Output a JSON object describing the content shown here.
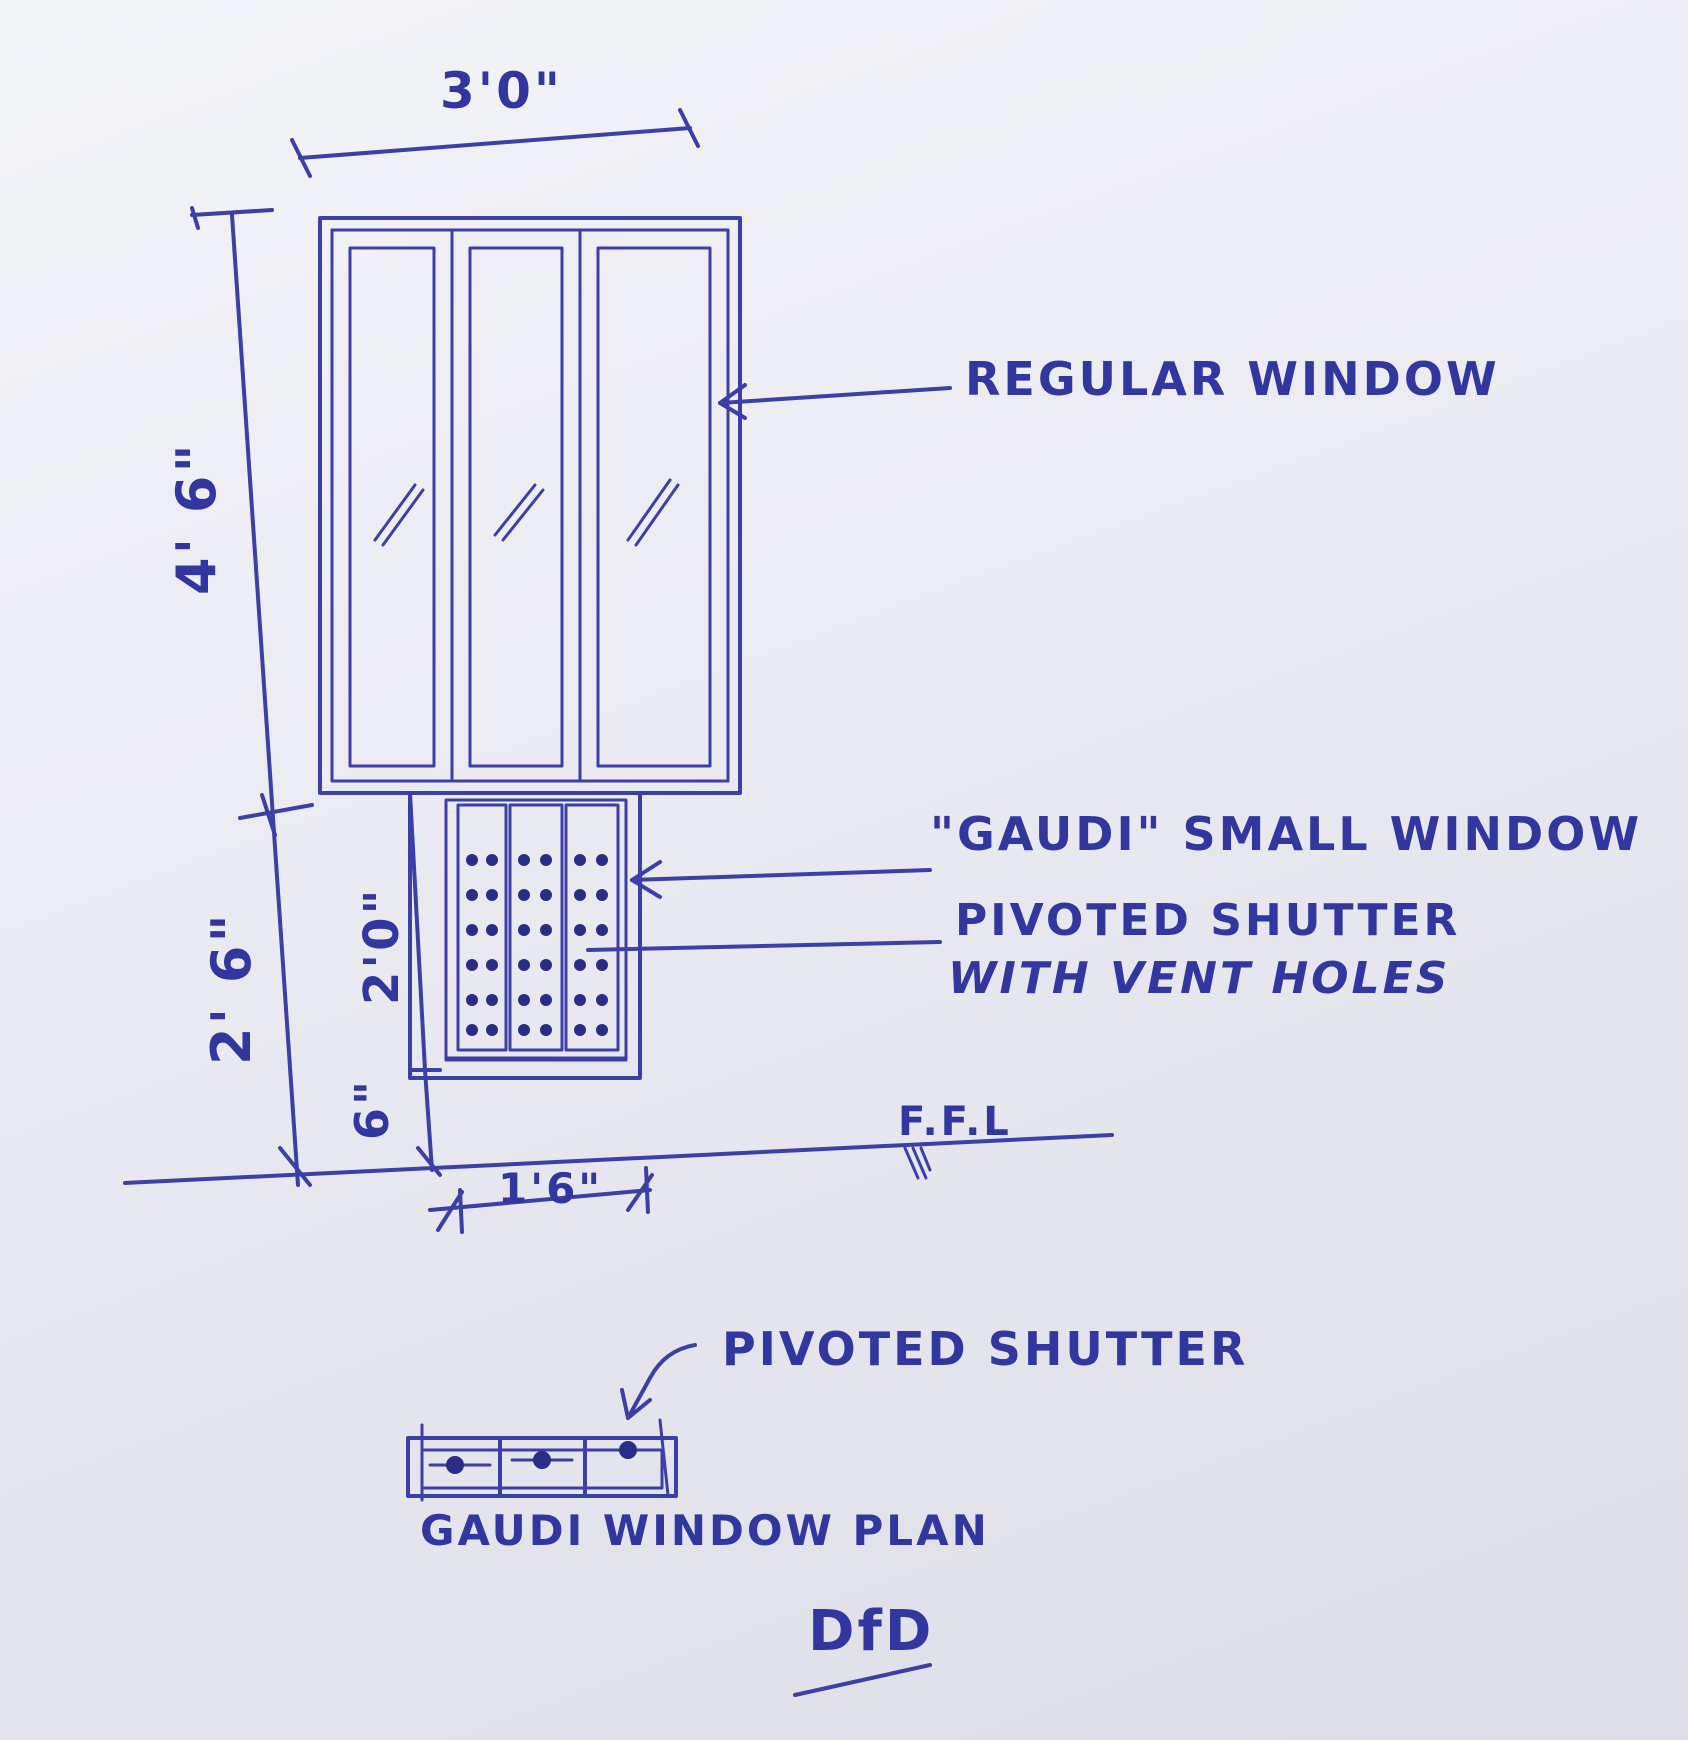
{
  "dimensions": {
    "overall_width": "3'0\"",
    "regular_window_height": "4' 6\"",
    "lower_height": "2' 6\"",
    "small_window_height": "2'0\"",
    "sill_height": "6\"",
    "small_window_width": "1'6\""
  },
  "labels": {
    "regular_window": "REGULAR WINDOW",
    "gaudi_small_window": "\"GAUDI\" SMALL WINDOW",
    "pivoted_shutter_vent_line1": "PIVOTED SHUTTER",
    "pivoted_shutter_vent_line2": "WITH VENT HOLES",
    "ffl": "F.F.L",
    "pivoted_shutter": "PIVOTED SHUTTER",
    "plan_title": "GAUDI WINDOW PLAN",
    "signature": "DfD"
  },
  "colors": {
    "ink": "#3b3fa6",
    "paper": "#eceef3"
  }
}
